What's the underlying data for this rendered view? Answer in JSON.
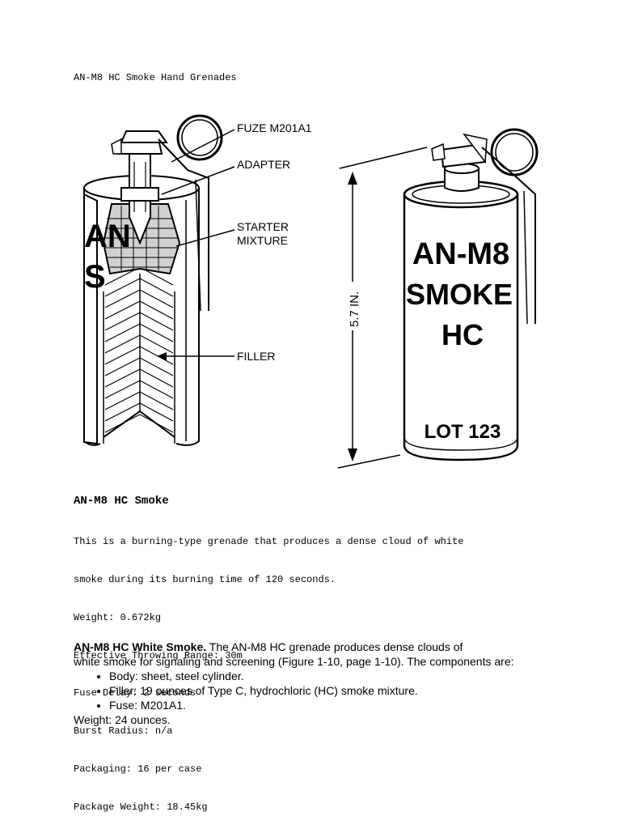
{
  "document": {
    "title": "AN-M8 HC Smoke Hand Grenades"
  },
  "figure": {
    "callouts": {
      "fuze": "FUZE M201A1",
      "adapter": "ADAPTER",
      "starter_line1": "STARTER",
      "starter_line2": "MIXTURE",
      "filler": "FILLER"
    },
    "dimension": "5.7 IN.",
    "can_markings": {
      "line1": "AN-M8",
      "line2": "SMOKE",
      "line3": "HC",
      "lot": "LOT 123"
    },
    "cutaway_markings": {
      "line1": "AN",
      "line2": "S"
    }
  },
  "specs": {
    "heading": "AN-M8 HC Smoke",
    "description_line1": "This is a burning-type grenade that produces a dense cloud of white",
    "description_line2": "smoke during its burning time of 120 seconds.",
    "weight": "Weight: 0.672kg",
    "range": "Effective Throwing Range: 30m",
    "fuse_delay": "Fuse Delay: 2 seconds",
    "burst_radius": "Burst Radius: n/a",
    "packaging": "Packaging: 16 per case",
    "package_weight": "Package Weight: 18.45kg"
  },
  "description": {
    "lead_bold": "AN-M8 HC White Smoke.",
    "lead_text": " The AN-M8 HC grenade produces dense clouds of",
    "line2": "white smoke for signaling and screening (Figure 1-10, page 1-10). The components are:",
    "bullets": [
      "Body: sheet, steel cylinder.",
      "Filler: 19 ounces of Type C, hydrochloric (HC) smoke mixture.",
      "Fuse: M201A1."
    ],
    "weight": "Weight: 24 ounces."
  }
}
